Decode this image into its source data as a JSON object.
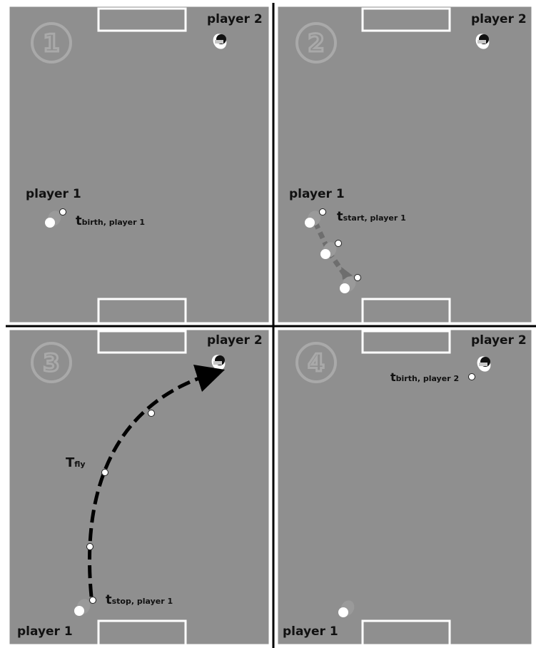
{
  "panels": [
    {
      "number": "1",
      "top_player": "player 2",
      "bottom_player_label": "player 1",
      "time_main": "t",
      "time_sub": "birth, player 1"
    },
    {
      "number": "2",
      "top_player": "player 2",
      "bottom_player_label": "player 1",
      "time_main": "t",
      "time_sub": "start, player 1"
    },
    {
      "number": "3",
      "top_player": "player 2",
      "bottom_player_label": "player 1",
      "time_main": "t",
      "time_sub": "stop, player 1",
      "fly_main": "T",
      "fly_sub": "fly"
    },
    {
      "number": "4",
      "top_player": "player 2",
      "bottom_player_label": "player 1",
      "time_main": "t",
      "time_sub": "birth, player 2"
    }
  ],
  "colors": {
    "field": "#8f8f8f",
    "goal": "#ffffff",
    "number_circle": "#a9a9a9",
    "text": "#111111",
    "trajectory": "#000000",
    "dribble_path": "#6e6e6e"
  }
}
